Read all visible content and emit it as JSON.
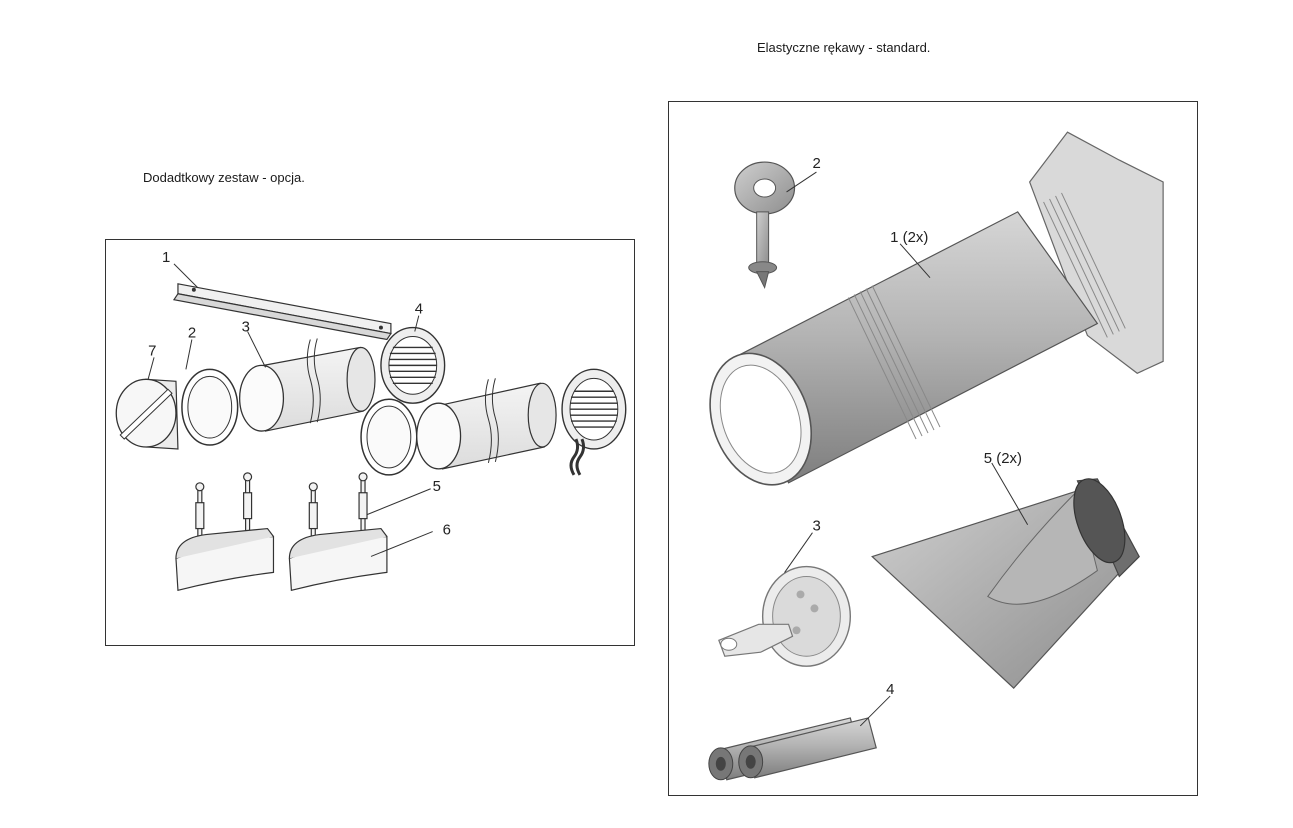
{
  "captions": {
    "optional_kit": "Dodadtkowy zestaw - opcja.",
    "standard_sleeves": "Elastyczne rękawy - standard."
  },
  "left_diagram": {
    "labels": {
      "part1": "1",
      "part2": "2",
      "part3": "3",
      "part4": "4",
      "part5": "5",
      "part6": "6",
      "part7": "7"
    }
  },
  "right_diagram": {
    "labels": {
      "part1": "1 (2x)",
      "part2": "2",
      "part3": "3",
      "part4": "4",
      "part5": "5 (2x)"
    }
  }
}
